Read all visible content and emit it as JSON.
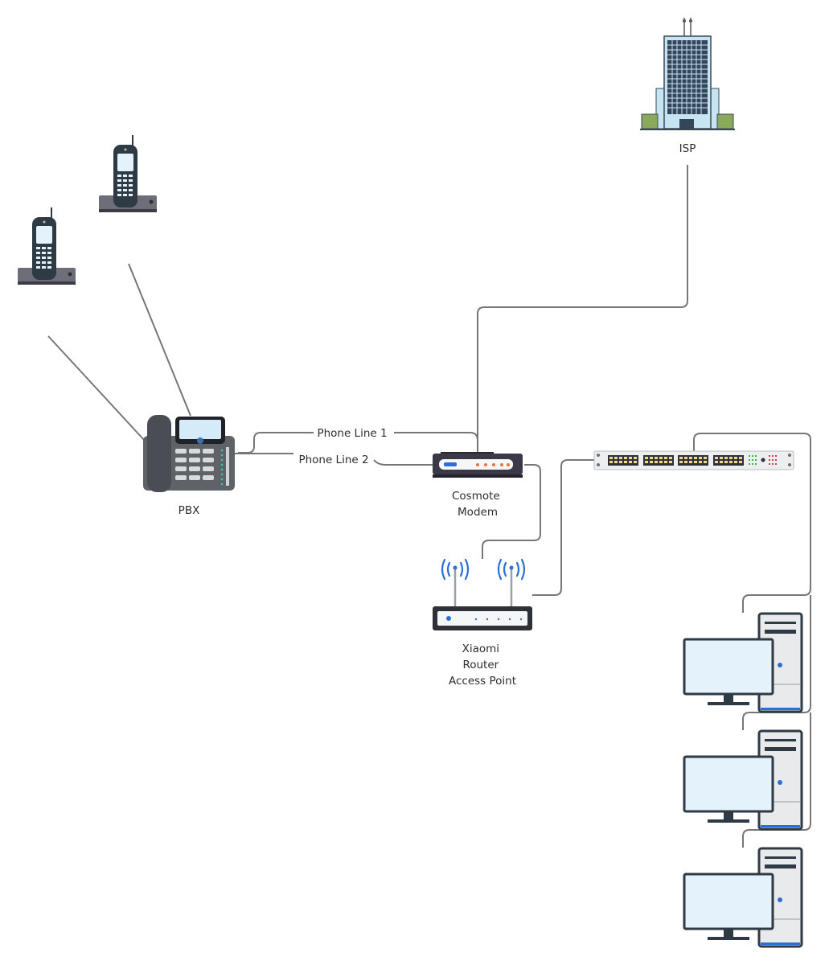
{
  "nodes": {
    "isp": {
      "label_lines": [
        "ISP"
      ]
    },
    "pbx": {
      "label_lines": [
        "PBX"
      ]
    },
    "modem": {
      "label_lines": [
        "Cosmote",
        "Modem"
      ]
    },
    "router": {
      "label_lines": [
        "Xiaomi",
        "Router",
        "Access Point"
      ]
    },
    "cordless_phone_1": {
      "label_lines": []
    },
    "cordless_phone_2": {
      "label_lines": []
    },
    "switch": {
      "label_lines": []
    },
    "workstation_1": {
      "label_lines": []
    },
    "workstation_2": {
      "label_lines": []
    },
    "workstation_3": {
      "label_lines": []
    }
  },
  "edges": {
    "phone_line_1": {
      "label": "Phone Line 1"
    },
    "phone_line_2": {
      "label": "Phone Line 2"
    }
  },
  "colors": {
    "wire": "#777777",
    "device_dark": "#2e3a44",
    "screen": "#e3f2fb",
    "accent_blue": "#2a6fd6",
    "accent_orange": "#e07a36"
  }
}
